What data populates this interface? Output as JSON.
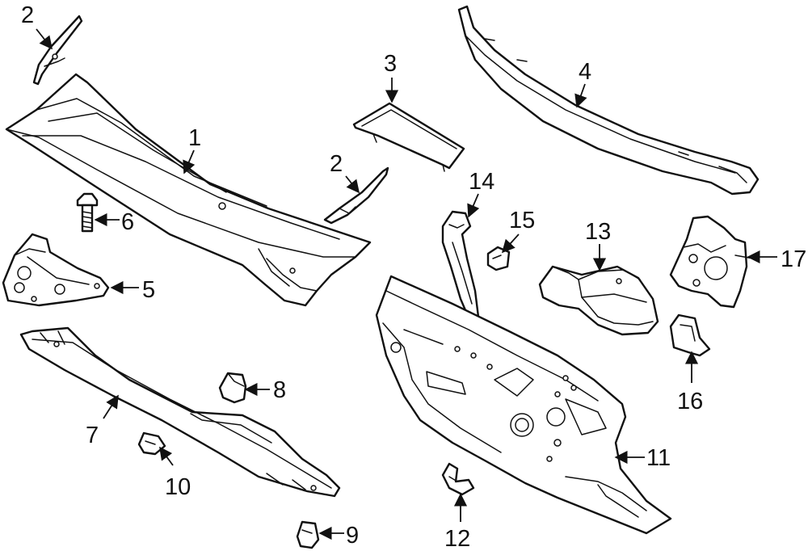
{
  "callouts": [
    {
      "id": "p2a",
      "label": "2"
    },
    {
      "id": "p1",
      "label": "1"
    },
    {
      "id": "p3",
      "label": "3"
    },
    {
      "id": "p4",
      "label": "4"
    },
    {
      "id": "p2b",
      "label": "2"
    },
    {
      "id": "p14",
      "label": "14"
    },
    {
      "id": "p15",
      "label": "15"
    },
    {
      "id": "p13",
      "label": "13"
    },
    {
      "id": "p17",
      "label": "17"
    },
    {
      "id": "p6",
      "label": "6"
    },
    {
      "id": "p5",
      "label": "5"
    },
    {
      "id": "p8",
      "label": "8"
    },
    {
      "id": "p7",
      "label": "7"
    },
    {
      "id": "p10",
      "label": "10"
    },
    {
      "id": "p9",
      "label": "9"
    },
    {
      "id": "p16",
      "label": "16"
    },
    {
      "id": "p11",
      "label": "11"
    },
    {
      "id": "p12",
      "label": "12"
    }
  ]
}
